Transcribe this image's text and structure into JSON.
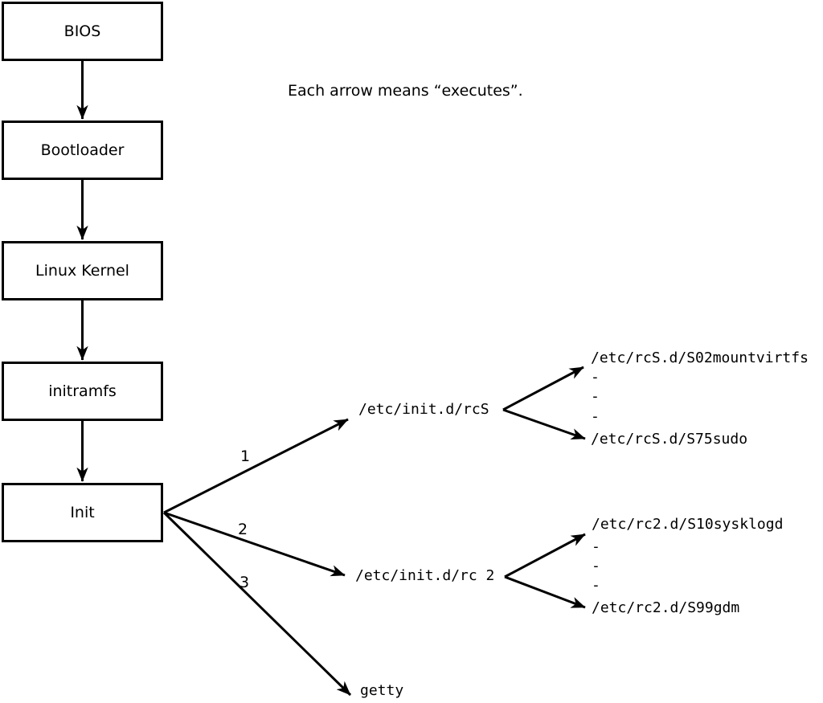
{
  "diagram": {
    "note": "Each arrow means “executes”.",
    "nodes": [
      {
        "label": "BIOS"
      },
      {
        "label": "Bootloader"
      },
      {
        "label": "Linux Kernel"
      },
      {
        "label": "initramfs"
      },
      {
        "label": "Init"
      }
    ],
    "branches": [
      {
        "label": "1",
        "target": "/etc/init.d/rcS"
      },
      {
        "label": "2",
        "target": "/etc/init.d/rc 2"
      },
      {
        "label": "3",
        "target": "getty"
      }
    ],
    "rcS_scripts": [
      "/etc/rcS.d/S02mountvirtfs",
      "-",
      "-",
      "-",
      "/etc/rcS.d/S75sudo"
    ],
    "rc2_scripts": [
      "/etc/rc2.d/S10sysklogd",
      "-",
      "-",
      "-",
      "/etc/rc2.d/S99gdm"
    ],
    "colors": {
      "line": "#000000",
      "background": "#ffffff"
    }
  }
}
